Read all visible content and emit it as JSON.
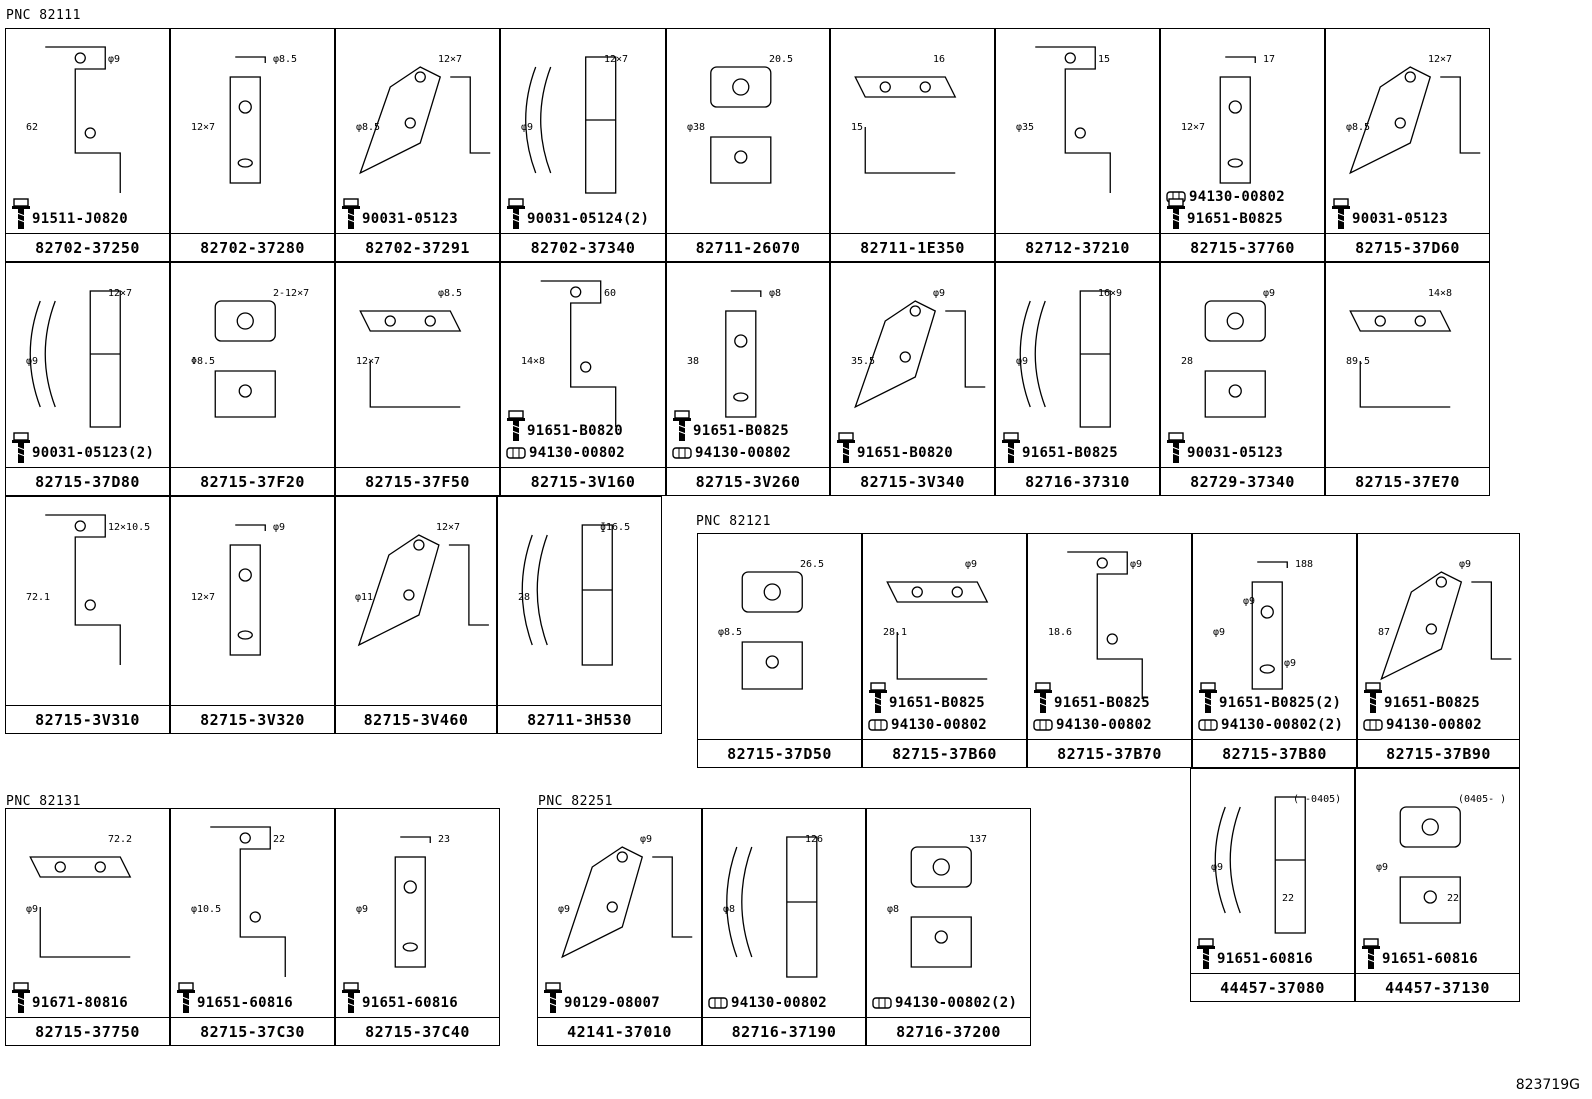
{
  "sections": {
    "s82111": "PNC  82111",
    "s82121": "PNC   82121",
    "s82131": "PNC  82131",
    "s82251": "PNC  82251"
  },
  "figure_id": "823719G",
  "cells": [
    {
      "part": "82702-37250",
      "subs": [
        "91511-J0820"
      ],
      "dims": [
        "φ9",
        "62"
      ]
    },
    {
      "part": "82702-37280",
      "subs": [],
      "dims": [
        "φ8.5",
        "12×7"
      ]
    },
    {
      "part": "82702-37291",
      "subs": [
        "90031-05123"
      ],
      "dims": [
        "12×7",
        "φ8.5"
      ]
    },
    {
      "part": "82702-37340",
      "subs": [
        "90031-05124(2)"
      ],
      "dims": [
        "12×7",
        "φ9"
      ]
    },
    {
      "part": "82711-26070",
      "subs": [],
      "dims": [
        "20.5",
        "φ38"
      ]
    },
    {
      "part": "82711-1E350",
      "subs": [],
      "dims": [
        "16",
        "15"
      ]
    },
    {
      "part": "82712-37210",
      "subs": [],
      "dims": [
        "15",
        "φ35"
      ]
    },
    {
      "part": "82715-37760",
      "subs": [
        "94130-00802",
        "91651-B0825"
      ],
      "dims": [
        "17",
        "12×7"
      ]
    },
    {
      "part": "82715-37D60",
      "subs": [
        "90031-05123"
      ],
      "dims": [
        "12×7",
        "φ8.5"
      ]
    },
    {
      "part": "82715-37D80",
      "subs": [
        "90031-05123(2)"
      ],
      "dims": [
        "12×7",
        "φ9"
      ]
    },
    {
      "part": "82715-37F20",
      "subs": [],
      "dims": [
        "2-12×7",
        "Φ8.5"
      ]
    },
    {
      "part": "82715-37F50",
      "subs": [],
      "dims": [
        "φ8.5",
        "12×7"
      ]
    },
    {
      "part": "82715-3V160",
      "subs": [
        "91651-B0820",
        "94130-00802"
      ],
      "dims": [
        "60",
        "14×8"
      ]
    },
    {
      "part": "82715-3V260",
      "subs": [
        "91651-B0825",
        "94130-00802"
      ],
      "dims": [
        "φ8",
        "38"
      ]
    },
    {
      "part": "82715-3V340",
      "subs": [
        "91651-B0820"
      ],
      "dims": [
        "φ9",
        "35.5"
      ]
    },
    {
      "part": "82716-37310",
      "subs": [
        "91651-B0825"
      ],
      "dims": [
        "16×9",
        "φ9"
      ]
    },
    {
      "part": "82729-37340",
      "subs": [
        "90031-05123"
      ],
      "dims": [
        "φ9",
        "28"
      ]
    },
    {
      "part": "82715-37E70",
      "subs": [],
      "dims": [
        "14×8",
        "89.5"
      ]
    },
    {
      "part": "82715-3V310",
      "subs": [],
      "dims": [
        "12×10.5",
        "72.1"
      ]
    },
    {
      "part": "82715-3V320",
      "subs": [],
      "dims": [
        "φ9",
        "12×7"
      ]
    },
    {
      "part": "82715-3V460",
      "subs": [],
      "dims": [
        "12×7",
        "φ11"
      ]
    },
    {
      "part": "82711-3H530",
      "subs": [],
      "dims": [
        "ɸ16.5",
        "28"
      ]
    },
    {
      "part": "82715-37D50",
      "subs": [],
      "dims": [
        "26.5",
        "φ8.5"
      ]
    },
    {
      "part": "82715-37B60",
      "subs": [
        "91651-B0825",
        "94130-00802"
      ],
      "dims": [
        "φ9",
        "28.1"
      ]
    },
    {
      "part": "82715-37B70",
      "subs": [
        "91651-B0825",
        "94130-00802"
      ],
      "dims": [
        "φ9",
        "18.6"
      ]
    },
    {
      "part": "82715-37B80",
      "subs": [
        "91651-B0825(2)",
        "94130-00802(2)"
      ],
      "dims": [
        "188",
        "φ9",
        "φ9",
        "φ9"
      ]
    },
    {
      "part": "82715-37B90",
      "subs": [
        "91651-B0825",
        "94130-00802"
      ],
      "dims": [
        "φ9",
        "87"
      ]
    },
    {
      "part": "44457-37080",
      "subs": [
        "91651-60816"
      ],
      "dims": [
        "(    -0405)",
        "φ9",
        "22"
      ]
    },
    {
      "part": "44457-37130",
      "subs": [
        "91651-60816"
      ],
      "dims": [
        "(0405-      )",
        "φ9",
        "22"
      ]
    },
    {
      "part": "82715-37750",
      "subs": [
        "91671-80816"
      ],
      "dims": [
        "72.2",
        "φ9"
      ]
    },
    {
      "part": "82715-37C30",
      "subs": [
        "91651-60816"
      ],
      "dims": [
        "22",
        "φ10.5"
      ]
    },
    {
      "part": "82715-37C40",
      "subs": [
        "91651-60816"
      ],
      "dims": [
        "23",
        "φ9"
      ]
    },
    {
      "part": "42141-37010",
      "subs": [
        "90129-08007"
      ],
      "dims": [
        "φ9",
        "φ9"
      ]
    },
    {
      "part": "82716-37190",
      "subs": [
        "94130-00802"
      ],
      "dims": [
        "126",
        "φ8"
      ]
    },
    {
      "part": "82716-37200",
      "subs": [
        "94130-00802(2)"
      ],
      "dims": [
        "137",
        "φ8"
      ]
    }
  ]
}
